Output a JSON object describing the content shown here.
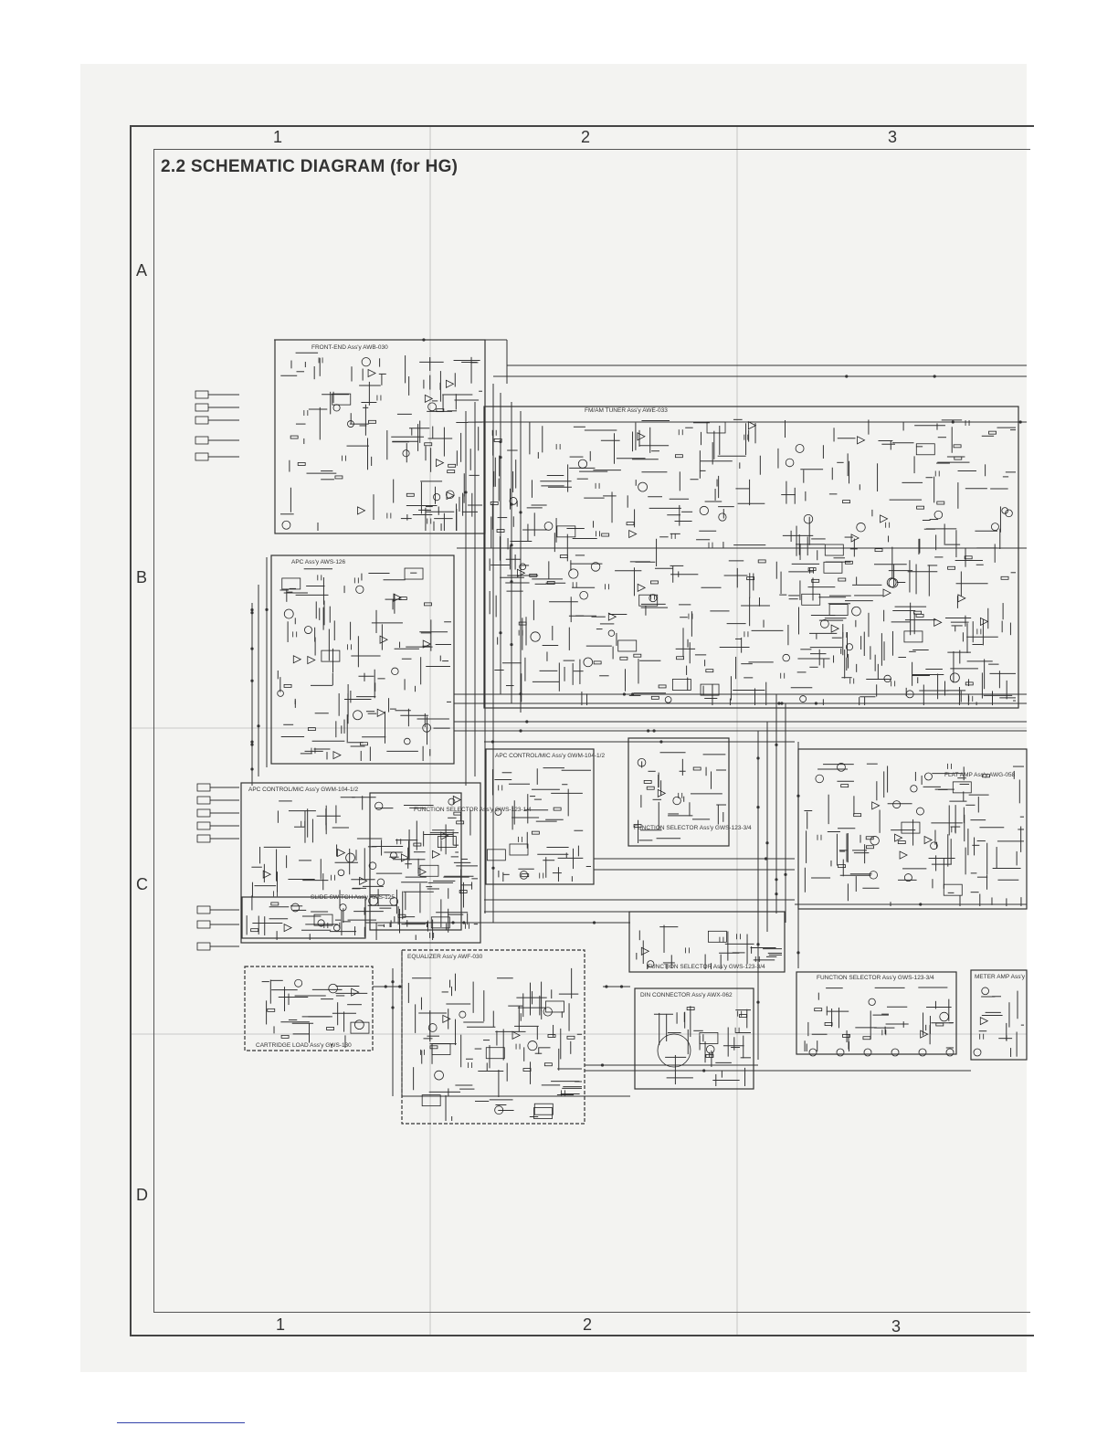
{
  "title": "2.2  SCHEMATIC DIAGRAM (for HG)",
  "columns": [
    "1",
    "2",
    "3"
  ],
  "rows": [
    "A",
    "B",
    "C",
    "D"
  ],
  "blocks": [
    {
      "id": "front-end",
      "label": "FRONT-END Ass'y AWB-030"
    },
    {
      "id": "tuner",
      "label": "FM/AM TUNER Ass'y AWE-033"
    },
    {
      "id": "apc",
      "label": "APC Ass'y AWS-126"
    },
    {
      "id": "apc-control-mic-upper",
      "label": "APC CONTROL/MIC Ass'y GWM-104-1/2"
    },
    {
      "id": "apc-control-mic-lower",
      "label": "APC CONTROL/MIC Ass'y GWM-104-1/2"
    },
    {
      "id": "function-selector-left",
      "label": "FUNCTION SELECTOR Ass'y GWS-123-1/4"
    },
    {
      "id": "function-selector-mid",
      "label": "FUNCTION SELECTOR Ass'y GWS-123-3/4"
    },
    {
      "id": "function-selector-lower",
      "label": "FUNCTION SELECTOR Ass'y GWS-123-3/4"
    },
    {
      "id": "function-selector-right",
      "label": "FUNCTION SELECTOR Ass'y GWS-123-3/4"
    },
    {
      "id": "flat-amp",
      "label": "FLAT AMP Ass'y AWG-058"
    },
    {
      "id": "equalizer",
      "label": "EQUALIZER Ass'y AWF-030"
    },
    {
      "id": "din-connector",
      "label": "DIN CONNECTOR Ass'y AWX-062"
    },
    {
      "id": "cartridge-load",
      "label": "CARTRIDGE LOAD Ass'y GWS-130"
    },
    {
      "id": "slide-switch",
      "label": "SLIDE SWITCH Ass'y AWS-125"
    },
    {
      "id": "meter-amp",
      "label": "METER AMP Ass'y"
    }
  ]
}
